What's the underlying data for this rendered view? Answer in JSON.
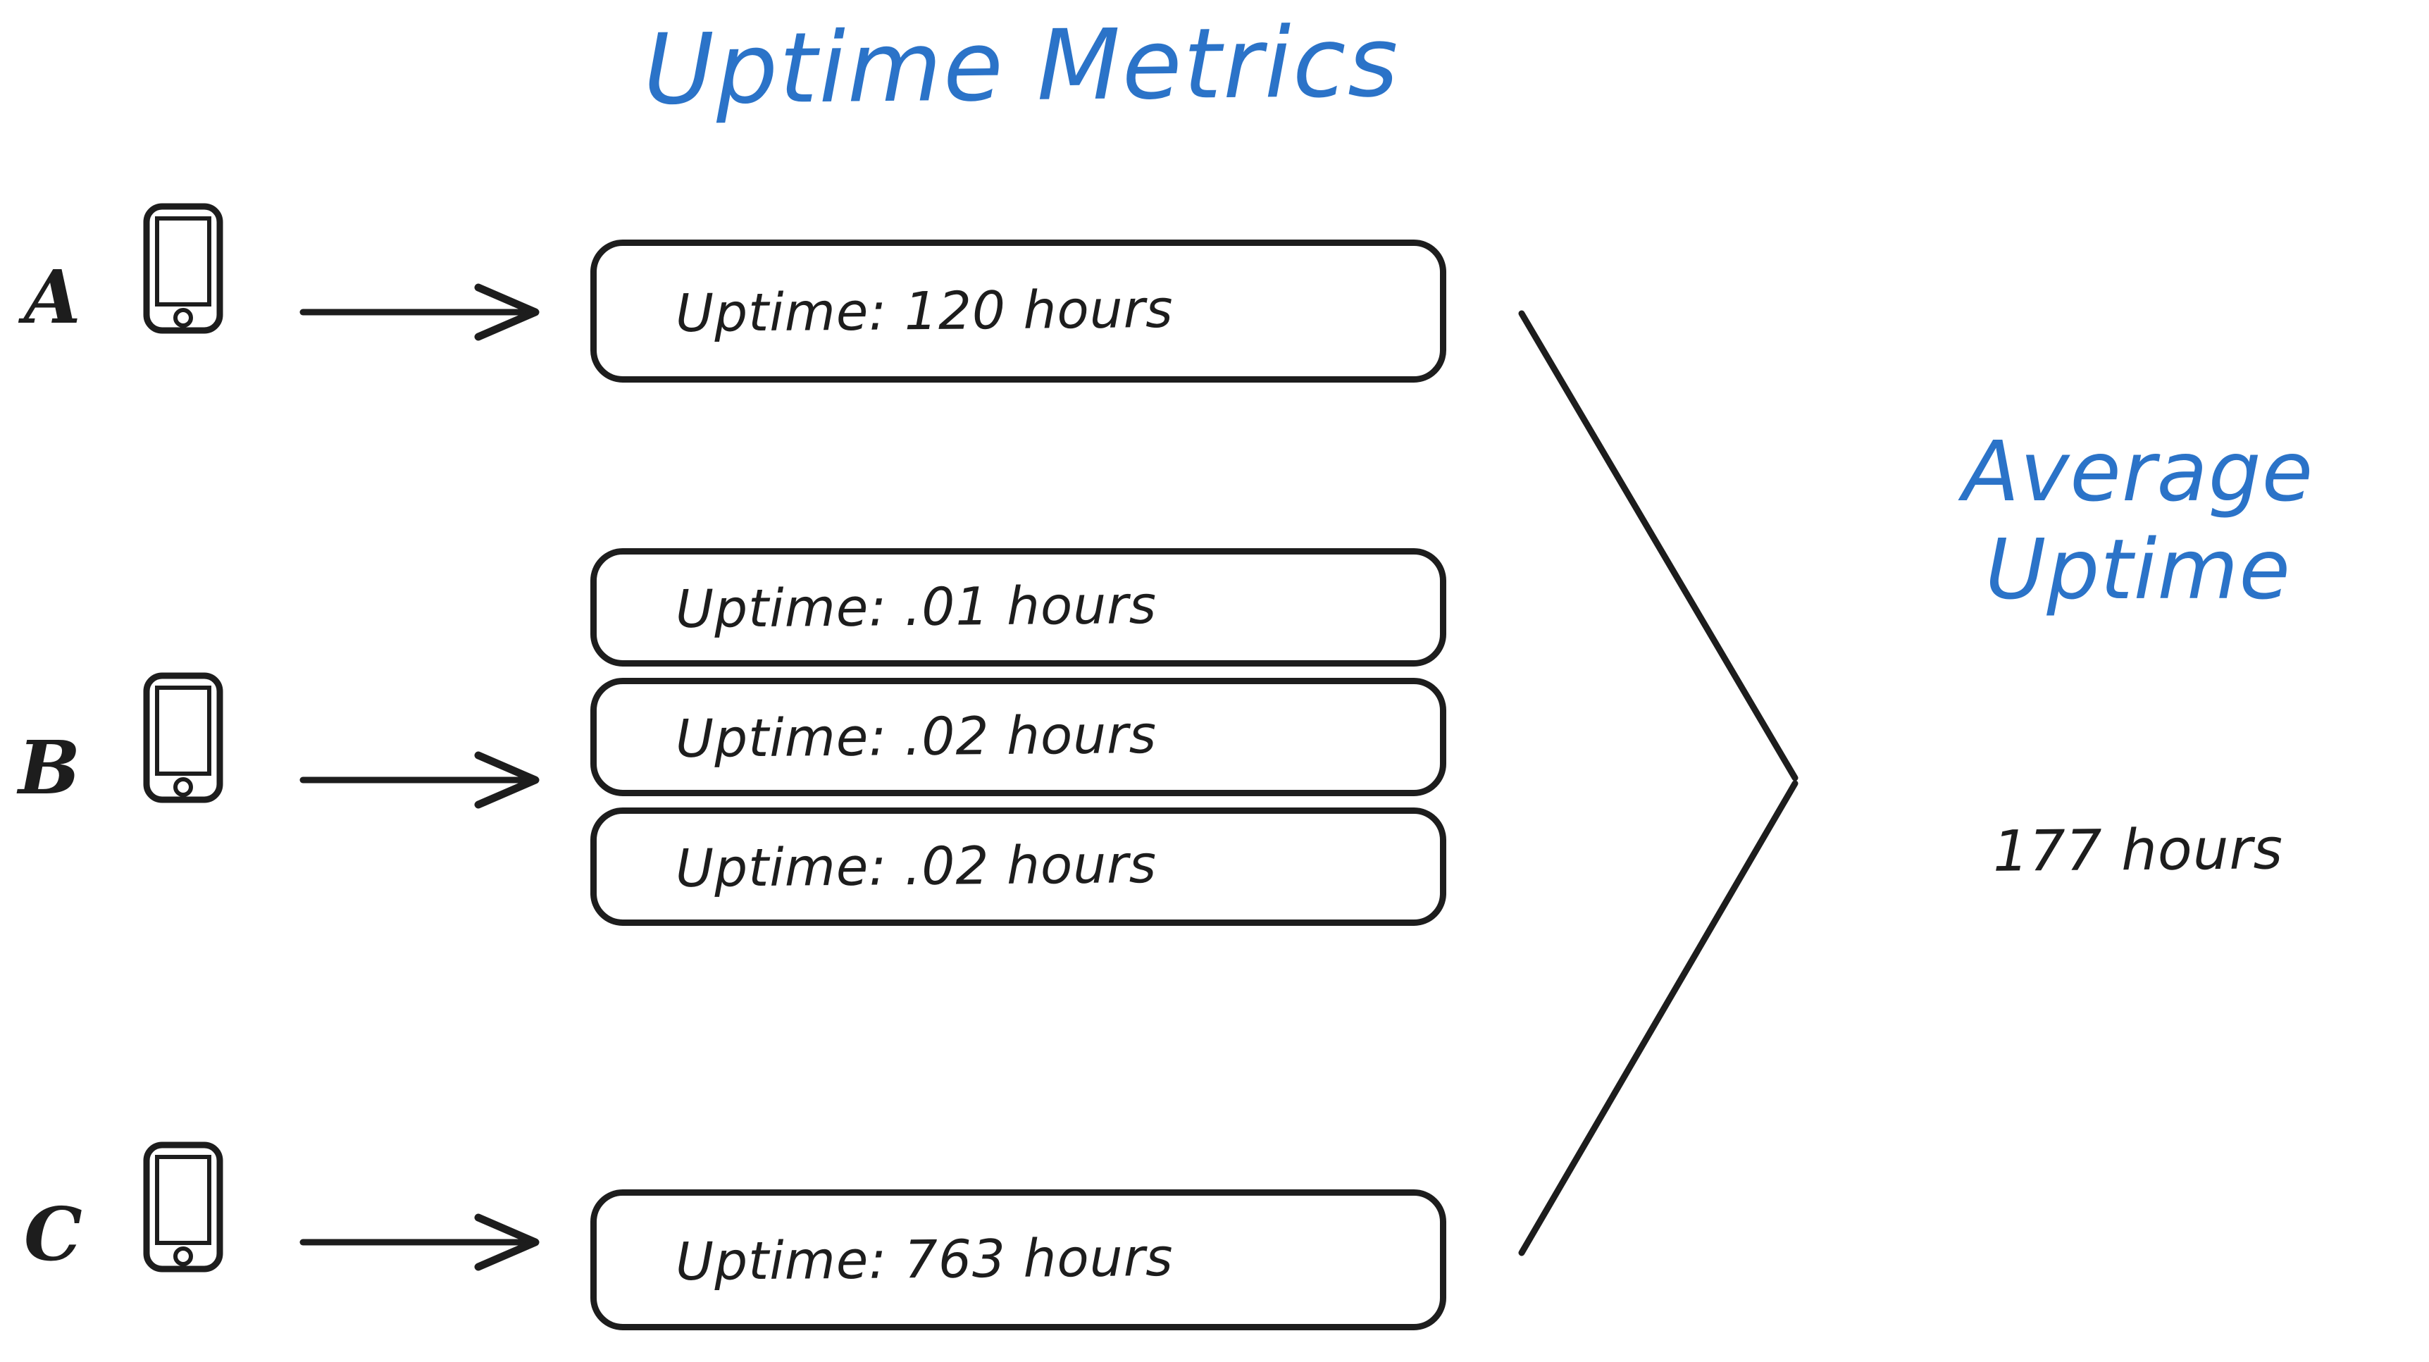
{
  "title": "Uptime Metrics",
  "accent_color": "#2b73c8",
  "ink_color": "#1d1d1d",
  "background_color": "#ffffff",
  "devices": [
    {
      "label": "A",
      "icon": "smartphone-icon",
      "arrow": "arrow-right-icon",
      "metrics": [
        {
          "text": "Uptime: 120 hours",
          "value": 120,
          "unit": "hours"
        }
      ]
    },
    {
      "label": "B",
      "icon": "smartphone-icon",
      "arrow": "arrow-right-icon",
      "metrics": [
        {
          "text": "Uptime: .01 hours",
          "value": 0.01,
          "unit": "hours"
        },
        {
          "text": "Uptime: .02 hours",
          "value": 0.02,
          "unit": "hours"
        },
        {
          "text": "Uptime: .02 hours",
          "value": 0.02,
          "unit": "hours"
        }
      ]
    },
    {
      "label": "C",
      "icon": "smartphone-icon",
      "arrow": "arrow-right-icon",
      "metrics": [
        {
          "text": "Uptime: 763 hours",
          "value": 763,
          "unit": "hours"
        }
      ]
    }
  ],
  "summary": {
    "title_line_1": "Average",
    "title_line_2": "Uptime",
    "value": "177 hours"
  },
  "chart_data": {
    "type": "diagram",
    "title": "Uptime Metrics",
    "categories": [
      "A",
      "B",
      "B",
      "B",
      "C"
    ],
    "labels": [
      "Uptime: 120 hours",
      "Uptime: .01 hours",
      "Uptime: .02 hours",
      "Uptime: .02 hours",
      "Uptime: 763 hours"
    ],
    "values": [
      120,
      0.01,
      0.02,
      0.02,
      763
    ],
    "aggregate_label": "Average Uptime",
    "aggregate_value": "177 hours"
  }
}
